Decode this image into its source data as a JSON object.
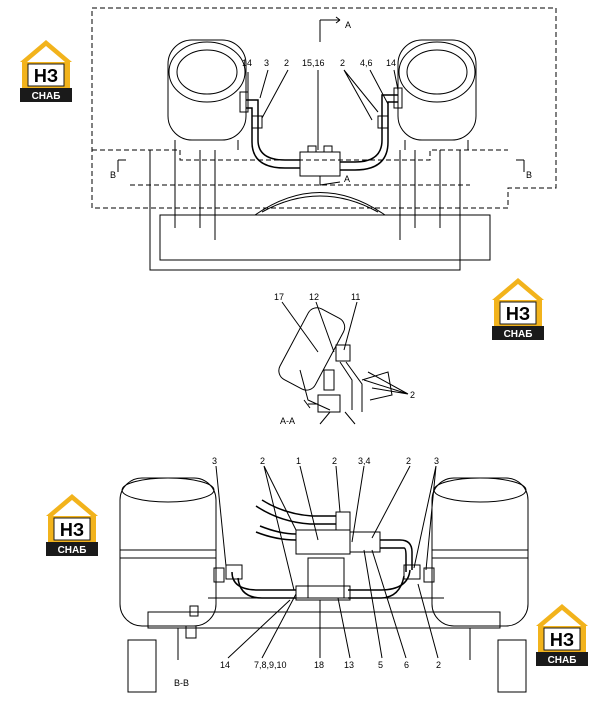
{
  "colors": {
    "line": "#000000",
    "logo_gold": "#f2b31c",
    "logo_dark": "#1a1a1a",
    "background": "#ffffff"
  },
  "logo": {
    "text": "НЗ",
    "subtext": "СНАБ"
  },
  "view_top": {
    "section_mark_a_top": "A",
    "section_mark_a_bottom": "A",
    "section_mark_b_left": "B",
    "section_mark_b_right": "B",
    "callouts": [
      "14",
      "3",
      "2",
      "15,16",
      "2",
      "4,6",
      "14"
    ]
  },
  "view_aa": {
    "title": "A-A",
    "callouts": [
      "17",
      "12",
      "11",
      "2"
    ]
  },
  "view_bb": {
    "title": "B-B",
    "callouts_top": [
      "3",
      "2",
      "1",
      "2",
      "3,4",
      "2",
      "3"
    ],
    "callouts_bottom": [
      "14",
      "7,8,9,10",
      "18",
      "13",
      "5",
      "6",
      "2"
    ]
  }
}
